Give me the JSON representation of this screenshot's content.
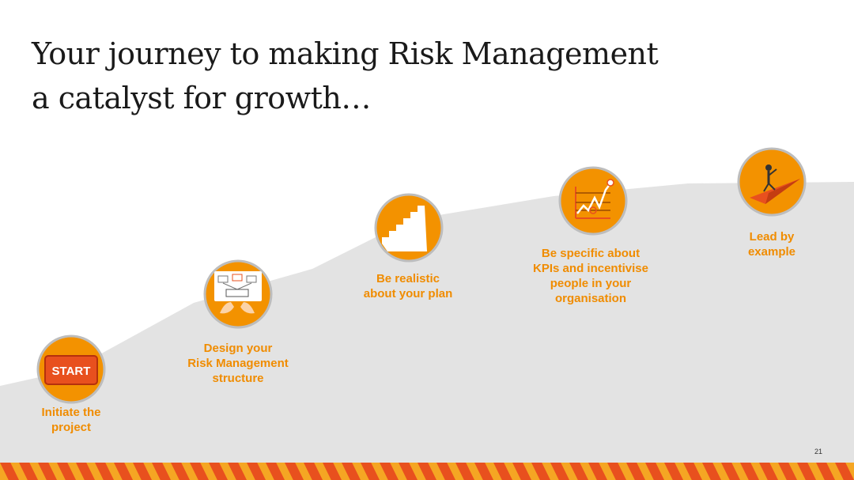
{
  "title": {
    "line1": "Your journey to making Risk Management",
    "line2": "a catalyst for growth…"
  },
  "start_button_label": "START",
  "steps": [
    {
      "icon": "start-button-icon",
      "lines": [
        "Initiate the",
        "project"
      ]
    },
    {
      "icon": "structure-diagram-icon",
      "lines": [
        "Design your",
        "Risk Management",
        "structure"
      ]
    },
    {
      "icon": "staircase-icon",
      "lines": [
        "Be realistic",
        "about your plan"
      ]
    },
    {
      "icon": "kpi-chart-icon",
      "lines": [
        "Be specific about",
        "KPIs and incentivise",
        "people in your",
        "organisation"
      ]
    },
    {
      "icon": "leader-on-paper-plane-icon",
      "lines": [
        "Lead by",
        "example"
      ]
    }
  ],
  "page_number": "21",
  "colors": {
    "accent": "#f39200",
    "accent_dark": "#e8501e",
    "terrain": "#e3e3e3",
    "circle_ring": "#bdbdbd",
    "stripe_1": "#f5a623",
    "stripe_2": "#e8501e"
  }
}
